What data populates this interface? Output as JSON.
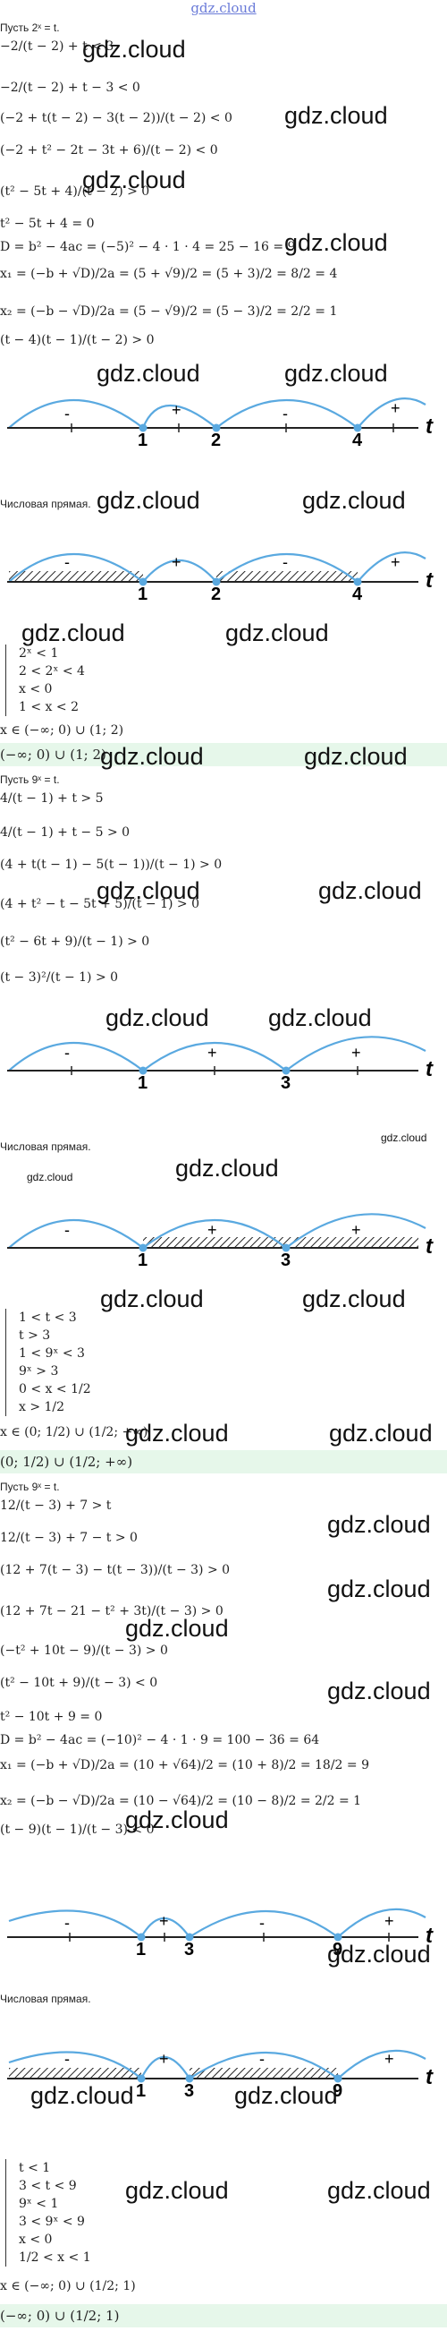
{
  "watermark": {
    "top": "gdz.cloud",
    "text": "gdz.cloud",
    "small": "gdz.cloud"
  },
  "p1": {
    "lines": [
      "Пусть 2ˣ = t.",
      "−2/(t − 2) + t < 3",
      "−2/(t − 2) + t − 3 < 0",
      "(−2 + t(t − 2) − 3(t − 2))/(t − 2) < 0",
      "(−2 + t² − 2t − 3t + 6)/(t − 2) < 0",
      "(t² − 5t + 4)/(t − 2) > 0",
      "t² − 5t + 4 = 0",
      "D = b² − 4ac = (−5)² − 4 · 1 · 4 = 25 − 16 = 9",
      "x₁ = (−b + √D)/2a = (5 + √9)/2 = (5 + 3)/2 = 8/2 = 4",
      "x₂ = (−b − √D)/2a = (5 − √9)/2 = (5 − 3)/2 = 2/2 = 1",
      "(t − 4)(t − 1)/(t − 2) > 0"
    ],
    "axis1": {
      "t": "t",
      "points": [
        "1",
        "2",
        "4"
      ],
      "signs": [
        "-",
        "+",
        "-",
        "+"
      ]
    },
    "note": "Числовая прямая.",
    "axis2": {
      "t": "t",
      "points": [
        "1",
        "2",
        "4"
      ],
      "signs": [
        "-",
        "+",
        "-",
        "+"
      ]
    },
    "system": [
      "2ˣ < 1",
      "2 < 2ˣ < 4",
      "x < 0",
      "1 < x < 2"
    ],
    "result": "x ∈ (−∞; 0) ∪ (1; 2)",
    "answer": "(−∞; 0) ∪ (1; 2)"
  },
  "p2": {
    "lines": [
      "Пусть 9ˣ = t.",
      "4/(t − 1) + t > 5",
      "4/(t − 1) + t − 5 > 0",
      "(4 + t(t − 1) − 5(t − 1))/(t − 1) > 0",
      "(4 + t² − t − 5t + 5)/(t − 1) > 0",
      "(t² − 6t + 9)/(t − 1) > 0",
      "(t − 3)²/(t − 1) > 0"
    ],
    "axis1": {
      "t": "t",
      "points": [
        "1",
        "3"
      ],
      "signs": [
        "-",
        "+",
        "+"
      ]
    },
    "note": "Числовая прямая.",
    "axis2": {
      "t": "t",
      "points": [
        "1",
        "3"
      ],
      "signs": [
        "-",
        "+",
        "+"
      ]
    },
    "system": [
      "1 < t < 3",
      "t > 3",
      "1 < 9ˣ < 3",
      "9ˣ > 3",
      "0 < x < 1/2",
      "x > 1/2"
    ],
    "result": "x ∈ (0; 1/2) ∪ (1/2; +∞)",
    "answer": "(0; 1/2) ∪ (1/2; +∞)"
  },
  "p3": {
    "lines": [
      "Пусть 9ˣ = t.",
      "12/(t − 3) + 7 > t",
      "12/(t − 3) + 7 − t > 0",
      "(12 + 7(t − 3) − t(t − 3))/(t − 3) > 0",
      "(12 + 7t − 21 − t² + 3t)/(t − 3) > 0",
      "(−t² + 10t − 9)/(t − 3) > 0",
      "(t² − 10t + 9)/(t − 3) < 0",
      "t² − 10t + 9 = 0",
      "D = b² − 4ac = (−10)² − 4 · 1 · 9 = 100 − 36 = 64",
      "x₁ = (−b + √D)/2a = (10 + √64)/2 = (10 + 8)/2 = 18/2 = 9",
      "x₂ = (−b − √D)/2a = (10 − √64)/2 = (10 − 8)/2 = 2/2 = 1",
      "(t − 9)(t − 1)/(t − 3) < 0"
    ],
    "axis1": {
      "t": "t",
      "points": [
        "1",
        "3",
        "9"
      ],
      "signs": [
        "-",
        "+",
        "-",
        "+"
      ]
    },
    "note": "Числовая прямая.",
    "axis2": {
      "t": "t",
      "points": [
        "1",
        "3",
        "9"
      ],
      "signs": [
        "-",
        "+",
        "-",
        "+"
      ]
    },
    "system": [
      "t < 1",
      "3 < t < 9",
      "9ˣ < 1",
      "3 < 9ˣ < 9",
      "x < 0",
      "1/2 < x < 1"
    ],
    "result": "x ∈ (−∞; 0) ∪ (1/2; 1)",
    "answer": "(−∞; 0) ∪ (1/2; 1)"
  }
}
